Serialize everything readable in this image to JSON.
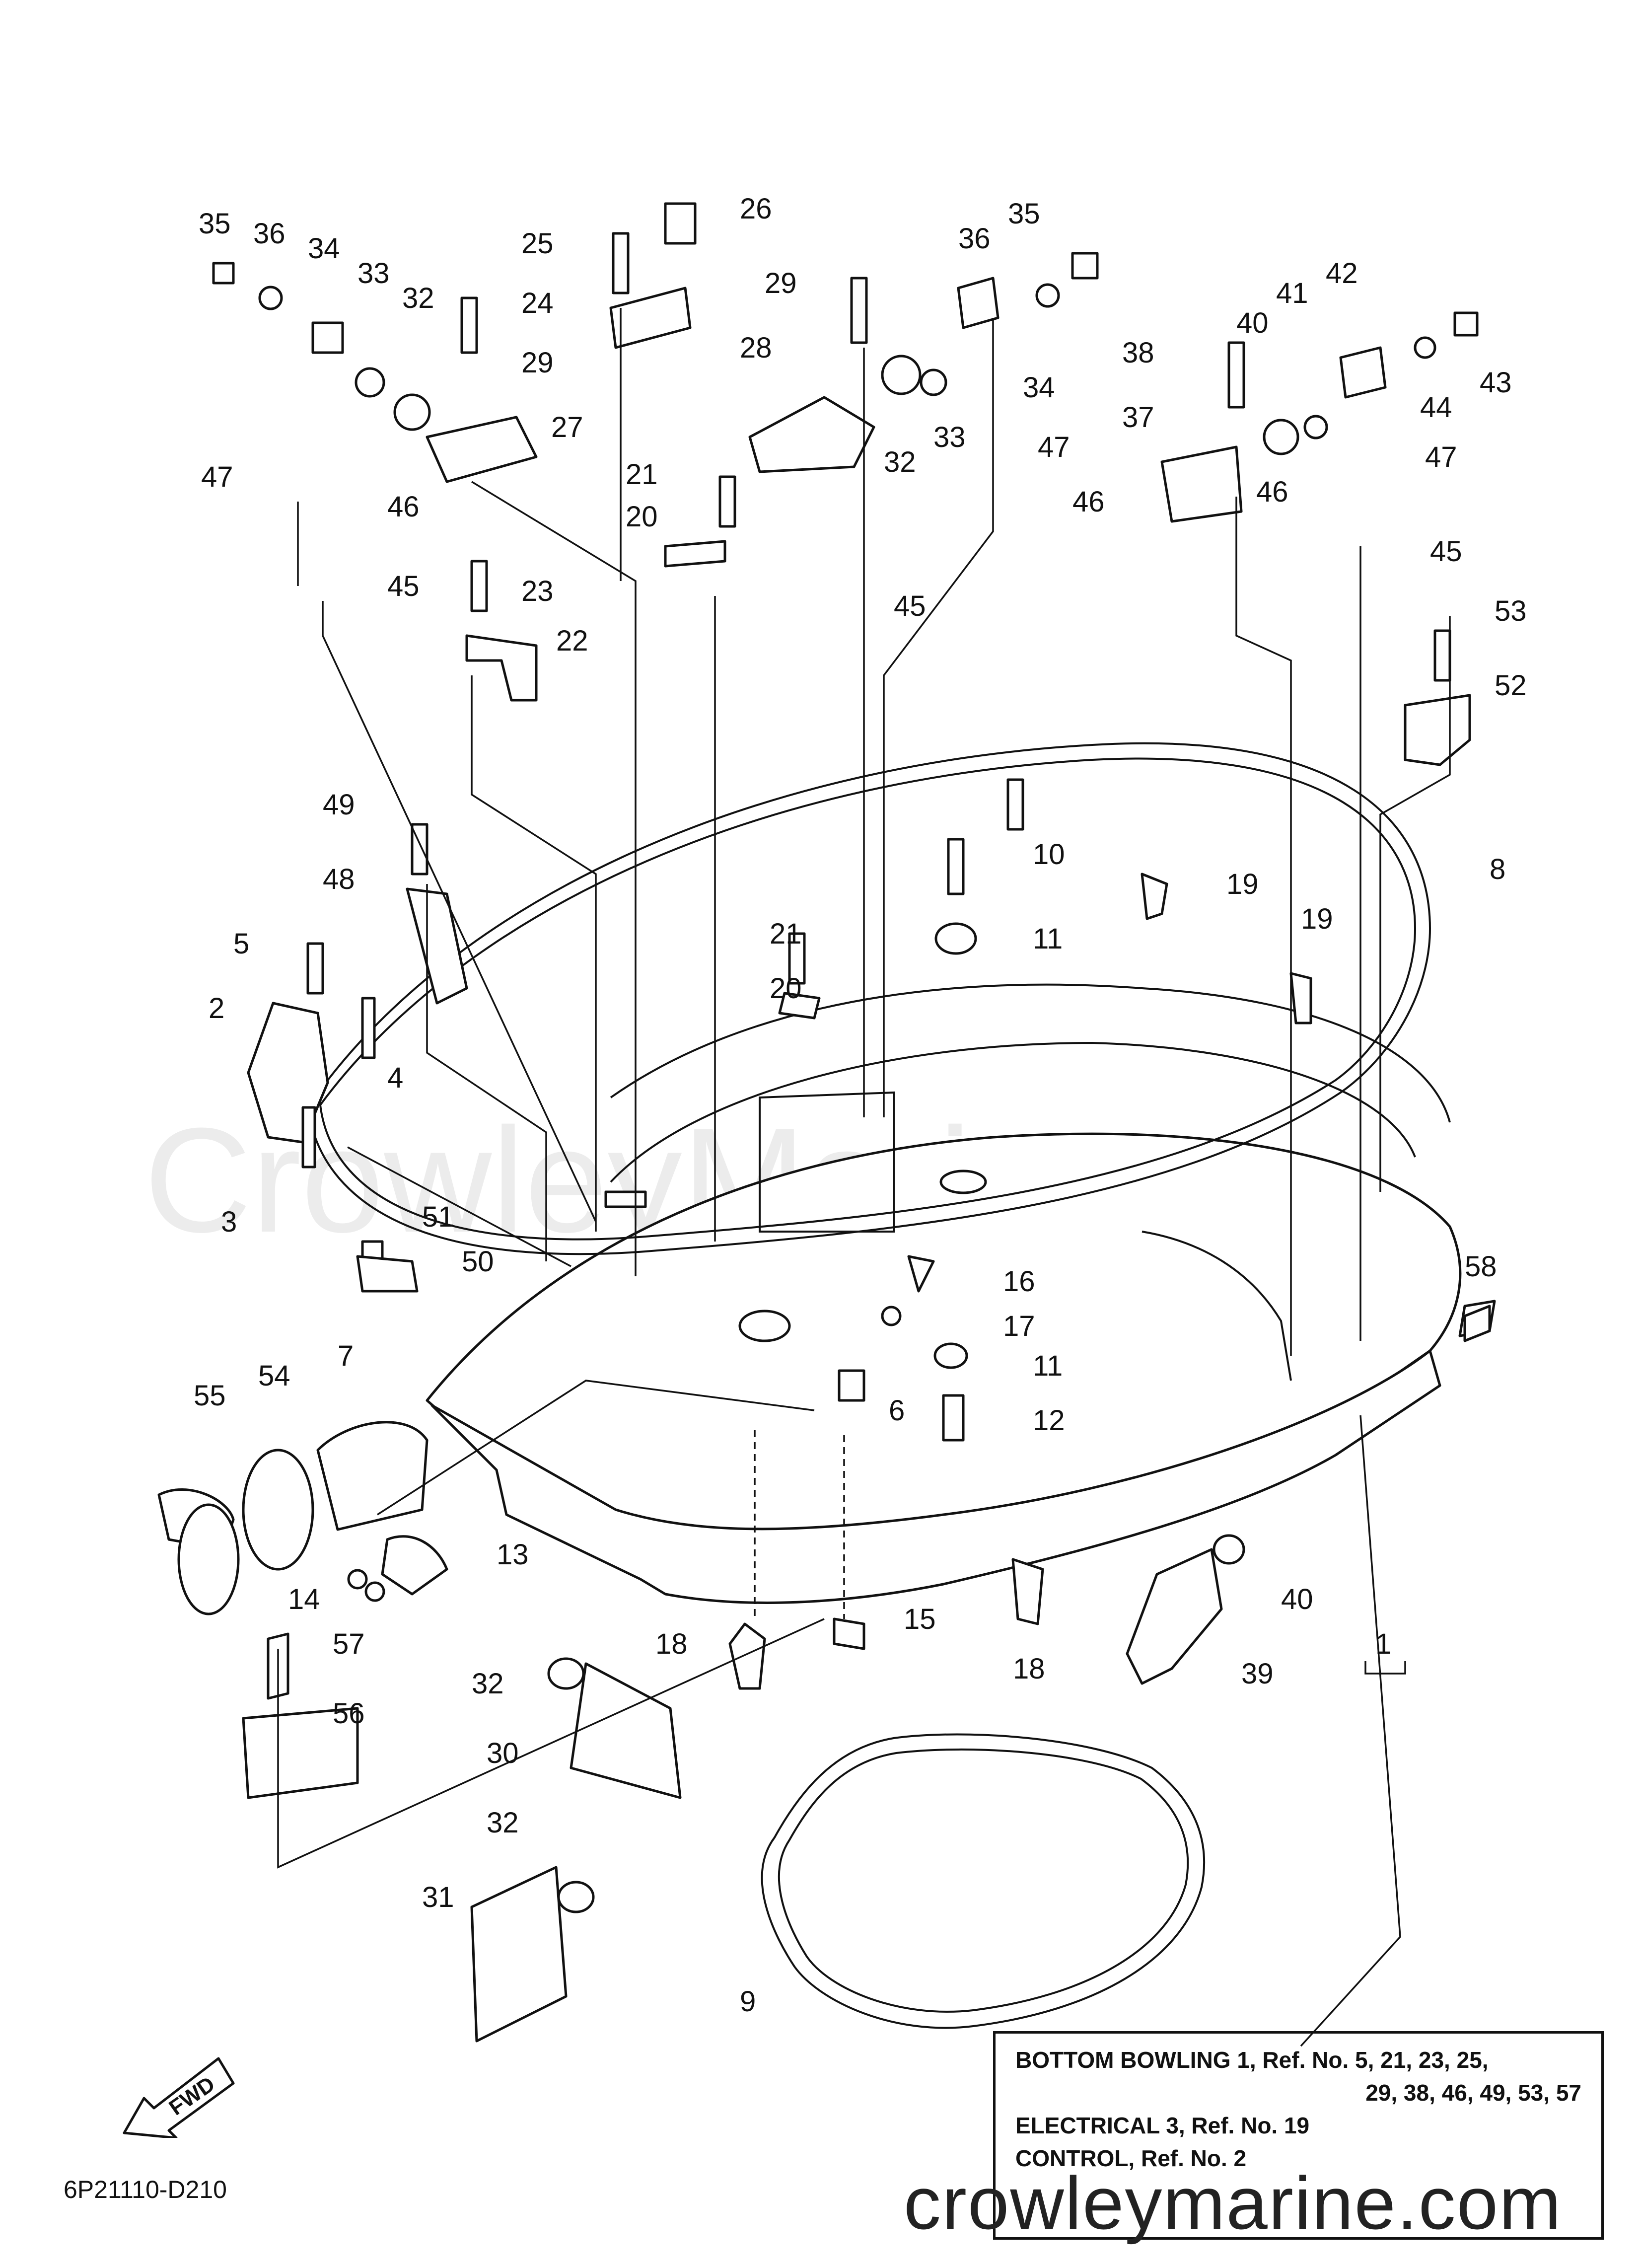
{
  "diagram_code": "6P21110-D210",
  "watermark": "CrowleyMarine",
  "website": "crowleymarine.com",
  "fwd_label": "FWD",
  "ref_box": {
    "line1": "BOTTOM BOWLING 1, Ref. No. 5, 21, 23, 25,",
    "line2": "29, 38, 46, 49, 53, 57",
    "line3": "ELECTRICAL 3, Ref. No. 19",
    "line4": "CONTROL, Ref. No. 2"
  },
  "callouts": [
    {
      "id": "c35a",
      "text": "35"
    },
    {
      "id": "c36a",
      "text": "36"
    },
    {
      "id": "c34a",
      "text": "34"
    },
    {
      "id": "c33a",
      "text": "33"
    },
    {
      "id": "c32a",
      "text": "32"
    },
    {
      "id": "c29a",
      "text": "29"
    },
    {
      "id": "c27",
      "text": "27"
    },
    {
      "id": "c25",
      "text": "25"
    },
    {
      "id": "c26",
      "text": "26"
    },
    {
      "id": "c24",
      "text": "24"
    },
    {
      "id": "c29b",
      "text": "29"
    },
    {
      "id": "c28",
      "text": "28"
    },
    {
      "id": "c32b",
      "text": "32"
    },
    {
      "id": "c33b",
      "text": "33"
    },
    {
      "id": "c36b",
      "text": "36"
    },
    {
      "id": "c35b",
      "text": "35"
    },
    {
      "id": "c34b",
      "text": "34"
    },
    {
      "id": "c42",
      "text": "42"
    },
    {
      "id": "c41",
      "text": "41"
    },
    {
      "id": "c40a",
      "text": "40"
    },
    {
      "id": "c38",
      "text": "38"
    },
    {
      "id": "c44",
      "text": "44"
    },
    {
      "id": "c43",
      "text": "43"
    },
    {
      "id": "c37",
      "text": "37"
    },
    {
      "id": "c47a",
      "text": "47"
    },
    {
      "id": "c47b",
      "text": "47"
    },
    {
      "id": "c47c",
      "text": "47"
    },
    {
      "id": "c46a",
      "text": "46"
    },
    {
      "id": "c46b",
      "text": "46"
    },
    {
      "id": "c46c",
      "text": "46"
    },
    {
      "id": "c45a",
      "text": "45"
    },
    {
      "id": "c45b",
      "text": "45"
    },
    {
      "id": "c45c",
      "text": "45"
    },
    {
      "id": "c21a",
      "text": "21"
    },
    {
      "id": "c20a",
      "text": "20"
    },
    {
      "id": "c23",
      "text": "23"
    },
    {
      "id": "c22",
      "text": "22"
    },
    {
      "id": "c53",
      "text": "53"
    },
    {
      "id": "c52",
      "text": "52"
    },
    {
      "id": "c49",
      "text": "49"
    },
    {
      "id": "c48",
      "text": "48"
    },
    {
      "id": "c10",
      "text": "10"
    },
    {
      "id": "c19a",
      "text": "19"
    },
    {
      "id": "c19b",
      "text": "19"
    },
    {
      "id": "c8",
      "text": "8"
    },
    {
      "id": "c11a",
      "text": "11"
    },
    {
      "id": "c21b",
      "text": "21"
    },
    {
      "id": "c20b",
      "text": "20"
    },
    {
      "id": "c5",
      "text": "5"
    },
    {
      "id": "c2",
      "text": "2"
    },
    {
      "id": "c4",
      "text": "4"
    },
    {
      "id": "c3",
      "text": "3"
    },
    {
      "id": "c51",
      "text": "51"
    },
    {
      "id": "c50",
      "text": "50"
    },
    {
      "id": "c16",
      "text": "16"
    },
    {
      "id": "c17",
      "text": "17"
    },
    {
      "id": "c11b",
      "text": "11"
    },
    {
      "id": "c58",
      "text": "58"
    },
    {
      "id": "c55",
      "text": "55"
    },
    {
      "id": "c54",
      "text": "54"
    },
    {
      "id": "c7",
      "text": "7"
    },
    {
      "id": "c6",
      "text": "6"
    },
    {
      "id": "c12",
      "text": "12"
    },
    {
      "id": "c13",
      "text": "13"
    },
    {
      "id": "c14",
      "text": "14"
    },
    {
      "id": "c40b",
      "text": "40"
    },
    {
      "id": "c18a",
      "text": "18"
    },
    {
      "id": "c15",
      "text": "15"
    },
    {
      "id": "c18b",
      "text": "18"
    },
    {
      "id": "c39",
      "text": "39"
    },
    {
      "id": "c1",
      "text": "1"
    },
    {
      "id": "c57",
      "text": "57"
    },
    {
      "id": "c56",
      "text": "56"
    },
    {
      "id": "c32c",
      "text": "32"
    },
    {
      "id": "c30",
      "text": "30"
    },
    {
      "id": "c32d",
      "text": "32"
    },
    {
      "id": "c31",
      "text": "31"
    },
    {
      "id": "c9",
      "text": "9"
    }
  ]
}
